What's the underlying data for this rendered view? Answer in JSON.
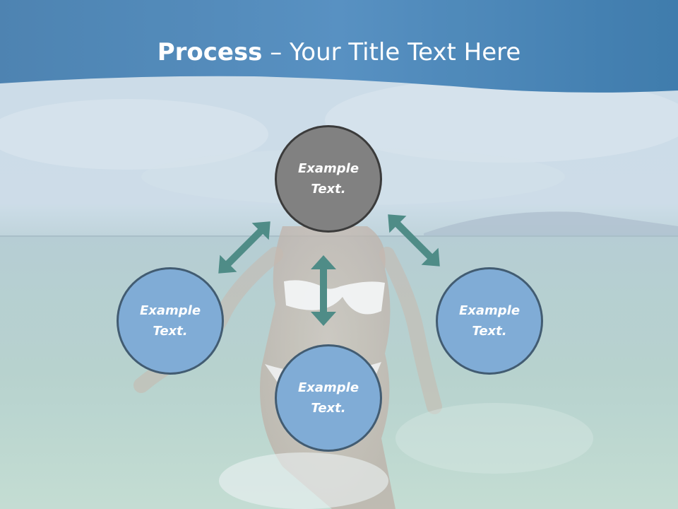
{
  "slide": {
    "title_bold": "Process",
    "title_rest": " – Your Title Text Here"
  },
  "nodes": {
    "top": {
      "line1": "Example",
      "line2": "Text."
    },
    "left": {
      "line1": "Example",
      "line2": "Text."
    },
    "right": {
      "line1": "Example",
      "line2": "Text."
    },
    "bottom": {
      "line1": "Example",
      "line2": "Text."
    }
  },
  "colors": {
    "header_blue": "#3c86bd",
    "center_node": "#818181",
    "side_node": "#80acd6",
    "arrow": "#4c8a87"
  }
}
